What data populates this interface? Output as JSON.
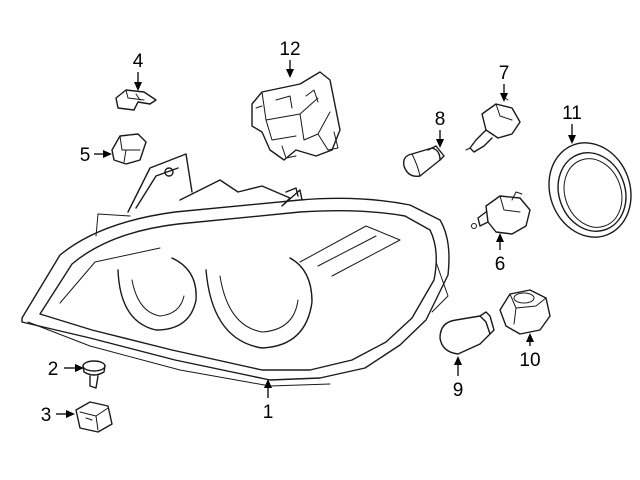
{
  "callouts": {
    "c1": "1",
    "c2": "2",
    "c3": "3",
    "c4": "4",
    "c5": "5",
    "c6": "6",
    "c7": "7",
    "c8": "8",
    "c9": "9",
    "c10": "10",
    "c11": "11",
    "c12": "12"
  },
  "icons": {
    "p1": "headlamp-assembly-icon",
    "p2": "screw-icon",
    "p3": "clip-nut-icon",
    "p4": "bracket-clip-icon",
    "p5": "mount-bracket-icon",
    "p6": "bulb-socket-icon",
    "p7": "h7-bulb-icon",
    "p8": "wedge-bulb-icon",
    "p9": "turn-signal-bulb-icon",
    "p10": "bulb-socket-icon",
    "p11": "seal-ring-icon",
    "p12": "control-module-icon"
  },
  "colors": {
    "line": "#1a1a1a",
    "background": "#ffffff"
  }
}
